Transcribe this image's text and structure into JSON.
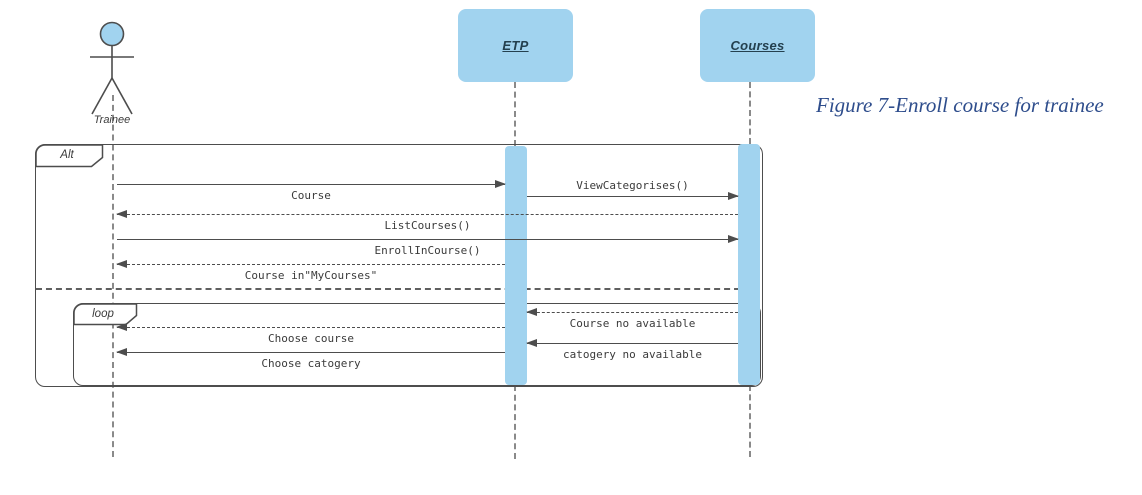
{
  "figure_caption": {
    "text": "Figure 7-Enroll course for trainee",
    "color": "#2e4d8c"
  },
  "actor": {
    "label": "Trainee"
  },
  "objects": [
    {
      "label": "ETP"
    },
    {
      "label": "Courses"
    }
  ],
  "fragments": [
    {
      "operator": "Alt"
    },
    {
      "operator": "loop"
    }
  ],
  "messages": [
    {
      "label": "Course",
      "from": "Trainee",
      "to": "ETP",
      "kind": "sync"
    },
    {
      "label": "ViewCategorises()",
      "from": "ETP",
      "to": "Courses",
      "kind": "sync"
    },
    {
      "label": "ListCourses()",
      "from": "Courses",
      "to": "Trainee",
      "kind": "return"
    },
    {
      "label": "EnrollInCourse()",
      "from": "Trainee",
      "to": "Courses",
      "kind": "sync"
    },
    {
      "label": "Course in\"MyCourses\"",
      "from": "ETP",
      "to": "Trainee",
      "kind": "return"
    },
    {
      "label": "Course no available",
      "from": "Courses",
      "to": "ETP",
      "kind": "return"
    },
    {
      "label": "Choose course",
      "from": "ETP",
      "to": "Trainee",
      "kind": "return"
    },
    {
      "label": "catogery no available",
      "from": "Courses",
      "to": "ETP",
      "kind": "sync"
    },
    {
      "label": "Choose catogery",
      "from": "ETP",
      "to": "Trainee",
      "kind": "sync"
    }
  ],
  "colors": {
    "shape_fill": "#a1d3ef",
    "line": "#4d4d4d",
    "lifeline": "#8a8a8a"
  }
}
